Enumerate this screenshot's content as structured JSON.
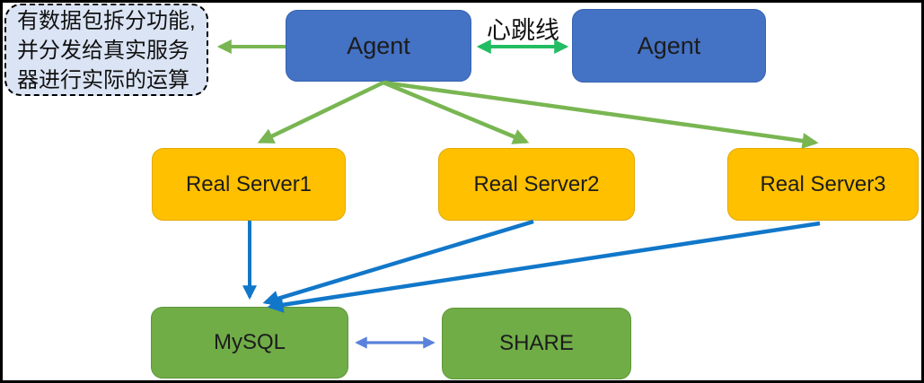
{
  "callout": {
    "lines": [
      "有数据包拆分功能,",
      "并分发给真实服务",
      "器进行实际的运算"
    ]
  },
  "labels": {
    "heartbeat": "心跳线"
  },
  "nodes": {
    "agent_left": {
      "label": "Agent"
    },
    "agent_right": {
      "label": "Agent"
    },
    "real_server_1": {
      "label": "Real Server1"
    },
    "real_server_2": {
      "label": "Real Server2"
    },
    "real_server_3": {
      "label": "Real Server3"
    },
    "mysql": {
      "label": "MySQL"
    },
    "share": {
      "label": "SHARE"
    }
  },
  "edges": [
    {
      "from": "agent_left",
      "to": "callout",
      "type": "annotation-arrow"
    },
    {
      "from": "agent_left",
      "to": "agent_right",
      "type": "bidirectional",
      "label": "心跳线"
    },
    {
      "from": "agent_left",
      "to": "real_server_1",
      "type": "directed"
    },
    {
      "from": "agent_left",
      "to": "real_server_2",
      "type": "directed"
    },
    {
      "from": "agent_left",
      "to": "real_server_3",
      "type": "directed"
    },
    {
      "from": "real_server_1",
      "to": "mysql",
      "type": "directed"
    },
    {
      "from": "real_server_2",
      "to": "mysql",
      "type": "directed"
    },
    {
      "from": "real_server_3",
      "to": "mysql",
      "type": "directed"
    },
    {
      "from": "mysql",
      "to": "share",
      "type": "bidirectional"
    }
  ],
  "colors": {
    "agent_fill": "#4472c4",
    "server_fill": "#ffc000",
    "db_fill": "#70ad47",
    "callout_fill": "#dbe4f4",
    "fanout_arrow_green": "#79b652",
    "heartbeat_arrow_green": "#22bd62",
    "server_to_db_arrow_blue": "#1177c9",
    "mysql_share_arrow_blue": "#5b82db",
    "text": "#1c1c1c"
  }
}
